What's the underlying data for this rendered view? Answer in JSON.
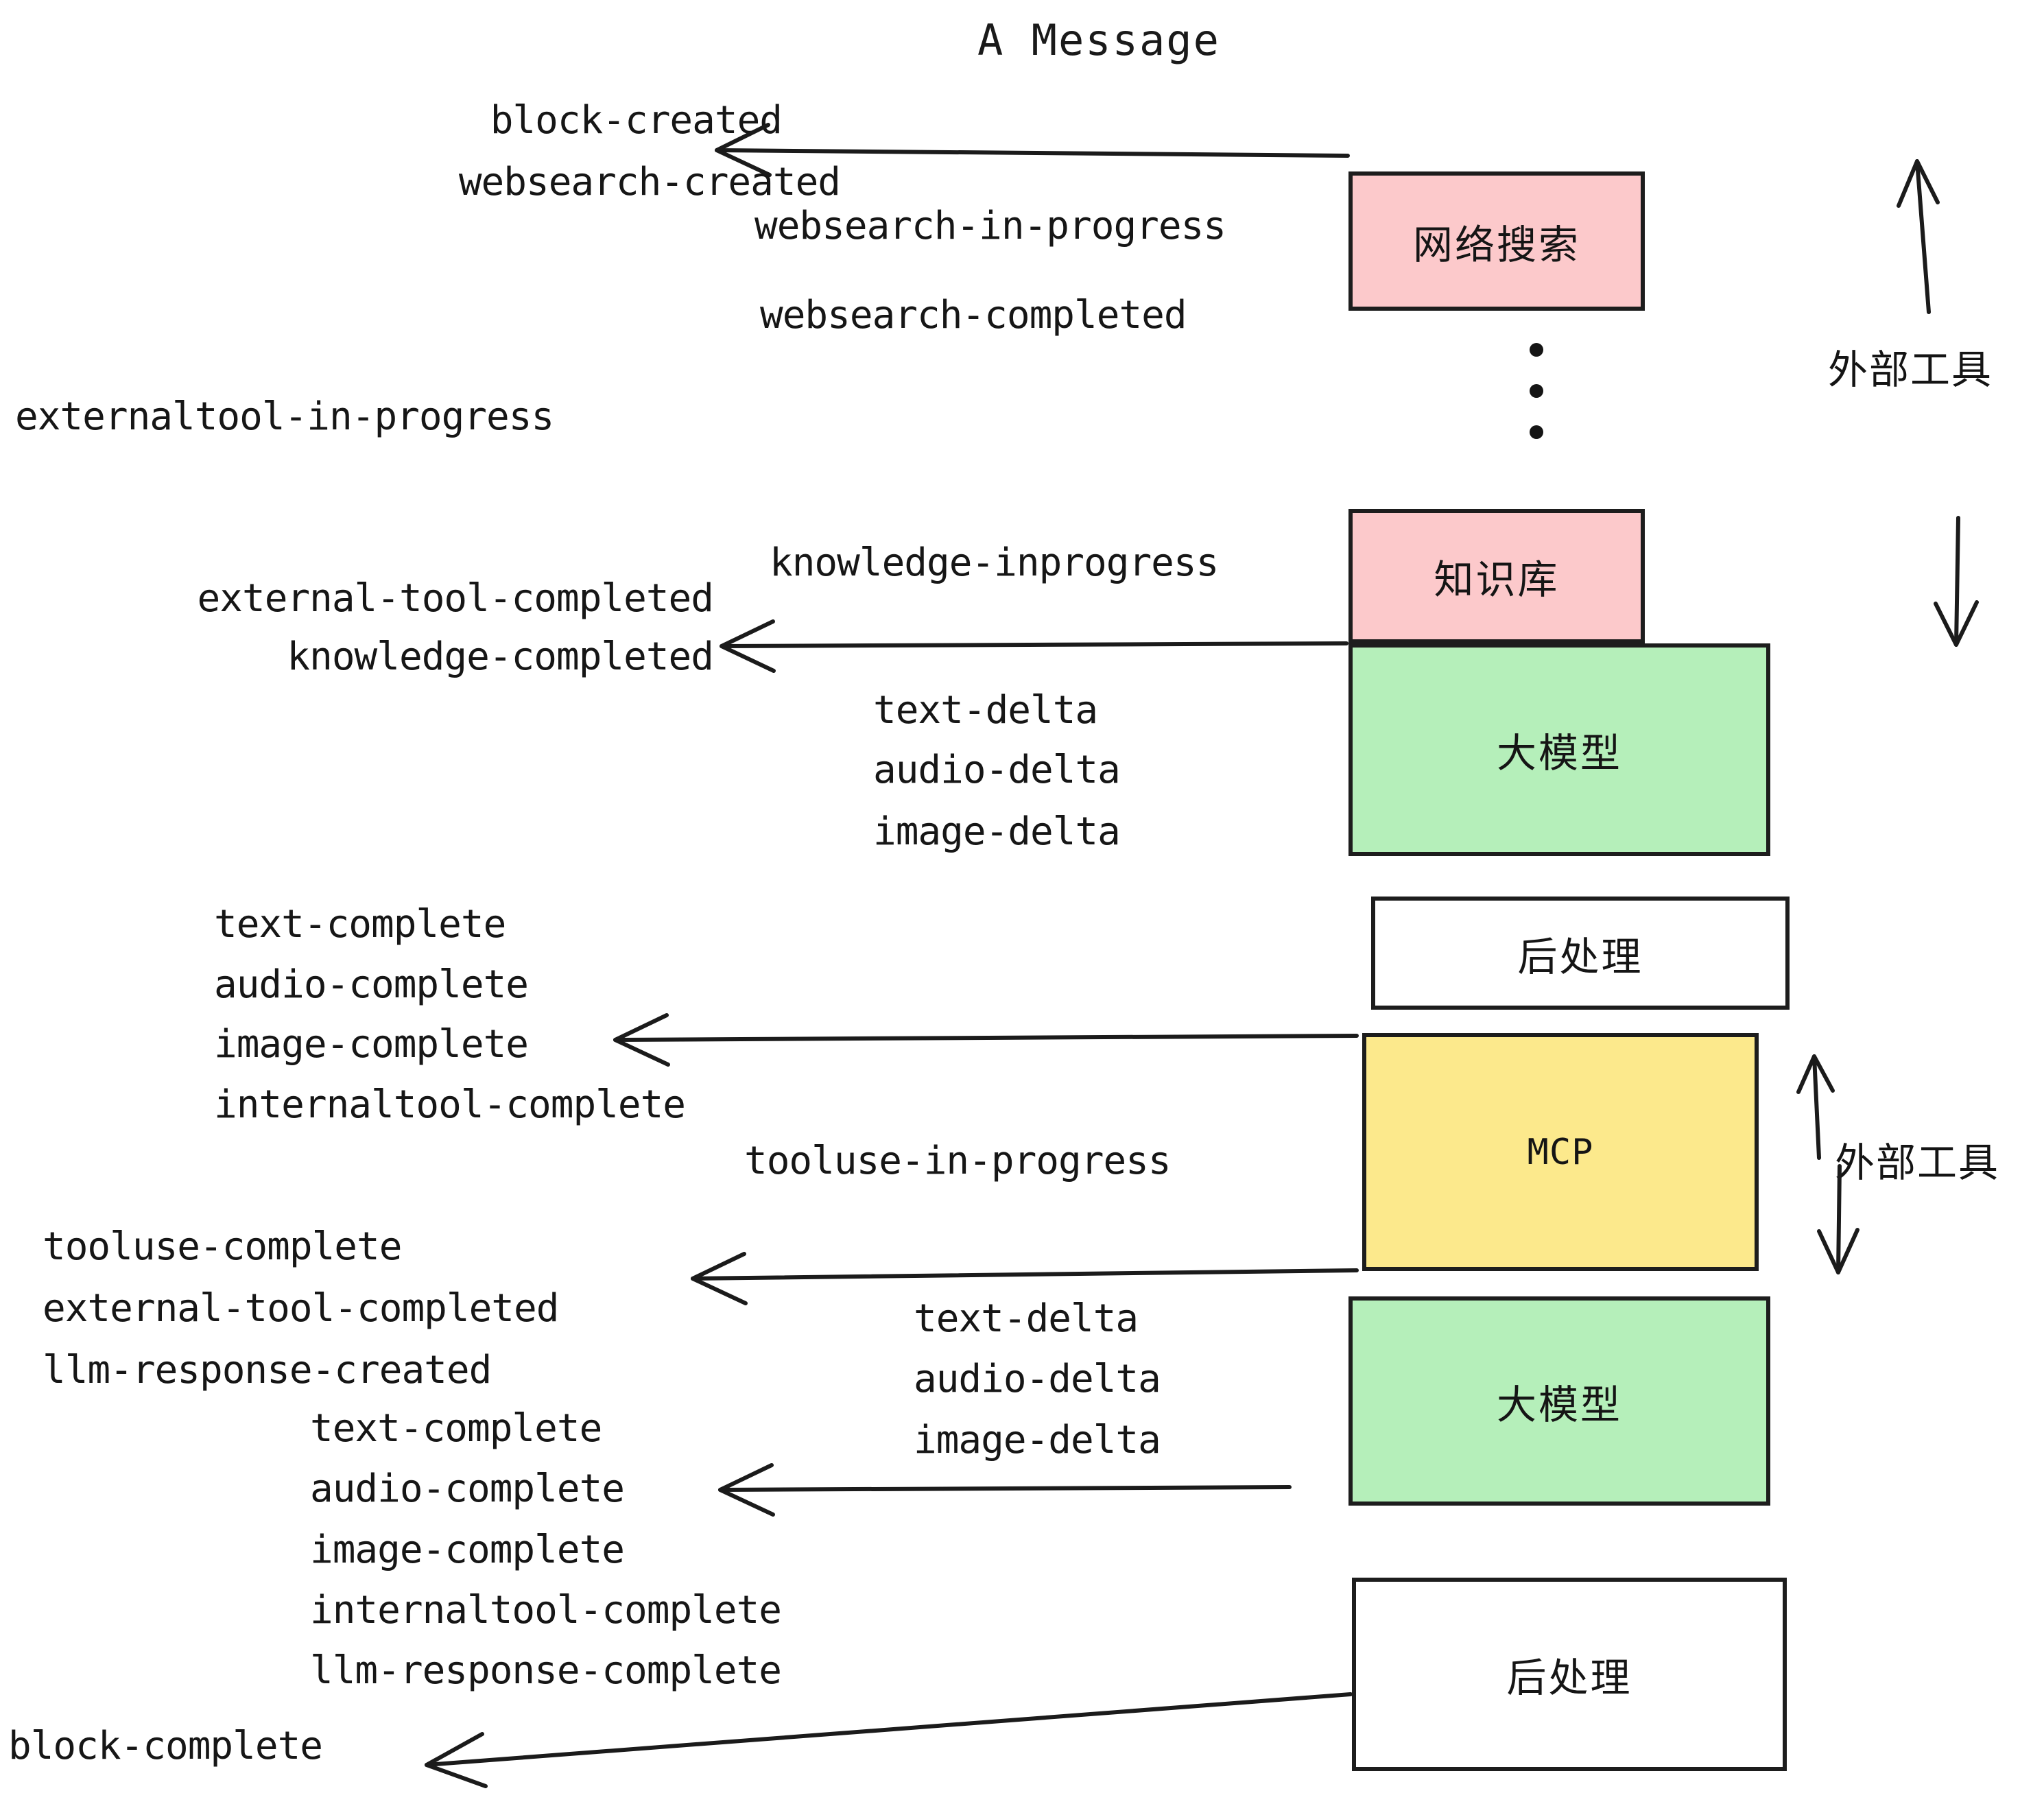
{
  "diagram": {
    "title": "A Message",
    "colors": {
      "pink": "#FCC9CB",
      "green": "#B5EFBA",
      "yellow": "#FCE98C",
      "white": "#FFFFFF",
      "stroke": "#1D1D1D",
      "text": "#161616",
      "background": "#FFFFFF"
    },
    "nodes": [
      {
        "id": "websearch",
        "label": "网络搜索",
        "fill": "pink",
        "mono": false
      },
      {
        "id": "knowledge",
        "label": "知识库",
        "fill": "pink",
        "mono": false
      },
      {
        "id": "llm-1",
        "label": "大模型",
        "fill": "green",
        "mono": false
      },
      {
        "id": "postproc-1",
        "label": "后处理",
        "fill": "white",
        "mono": false
      },
      {
        "id": "mcp",
        "label": "MCP",
        "fill": "yellow",
        "mono": true
      },
      {
        "id": "llm-2",
        "label": "大模型",
        "fill": "green",
        "mono": false
      },
      {
        "id": "postproc-2",
        "label": "后处理",
        "fill": "white",
        "mono": false
      }
    ],
    "side_labels": [
      {
        "id": "external-tools-top",
        "text": "外部工具"
      },
      {
        "id": "external-tools-bottom",
        "text": "外部工具"
      }
    ],
    "events": {
      "block_created": "block-created",
      "websearch_created": "websearch-created",
      "websearch_in_progress": "websearch-in-progress",
      "websearch_completed": "websearch-completed",
      "externaltool_in_progress": "externaltool-in-progress",
      "knowledge_inprogress": "knowledge-inprogress",
      "external_tool_completed_1": "external-tool-completed",
      "knowledge_completed": "knowledge-completed",
      "text_delta_1": "text-delta",
      "audio_delta_1": "audio-delta",
      "image_delta_1": "image-delta",
      "text_complete_1": "text-complete",
      "audio_complete_1": "audio-complete",
      "image_complete_1": "image-complete",
      "internaltool_complete_1": "internaltool-complete",
      "tooluse_in_progress": "tooluse-in-progress",
      "tooluse_complete": "tooluse-complete",
      "external_tool_completed_2": "external-tool-completed",
      "llm_response_created": "llm-response-created",
      "text_delta_2": "text-delta",
      "audio_delta_2": "audio-delta",
      "image_delta_2": "image-delta",
      "text_complete_2": "text-complete",
      "audio_complete_2": "audio-complete",
      "image_complete_2": "image-complete",
      "internaltool_complete_2": "internaltool-complete",
      "llm_response_complete": "llm-response-complete",
      "block_complete": "block-complete"
    },
    "ellipsis": "···"
  }
}
